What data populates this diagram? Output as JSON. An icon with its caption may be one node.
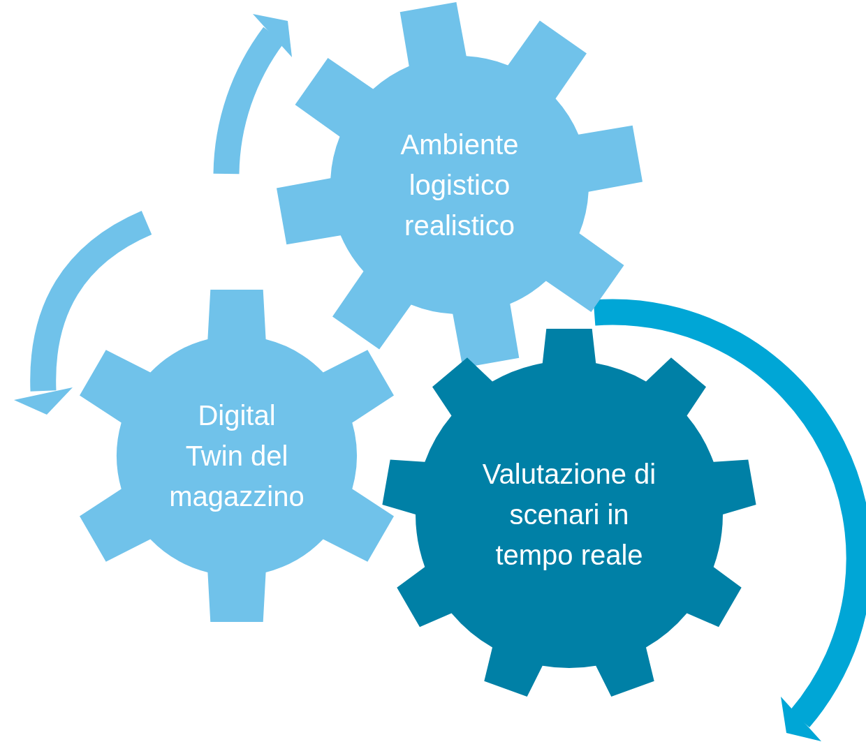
{
  "diagram": {
    "nodes": [
      {
        "text": [
          "Ambiente logistico realistico"
        ]
      },
      {
        "text": [
          "Digital Twin del magazzino"
        ]
      },
      {
        "text": [
          "Valutazione di scenari in tempo reale"
        ]
      }
    ]
  }
}
